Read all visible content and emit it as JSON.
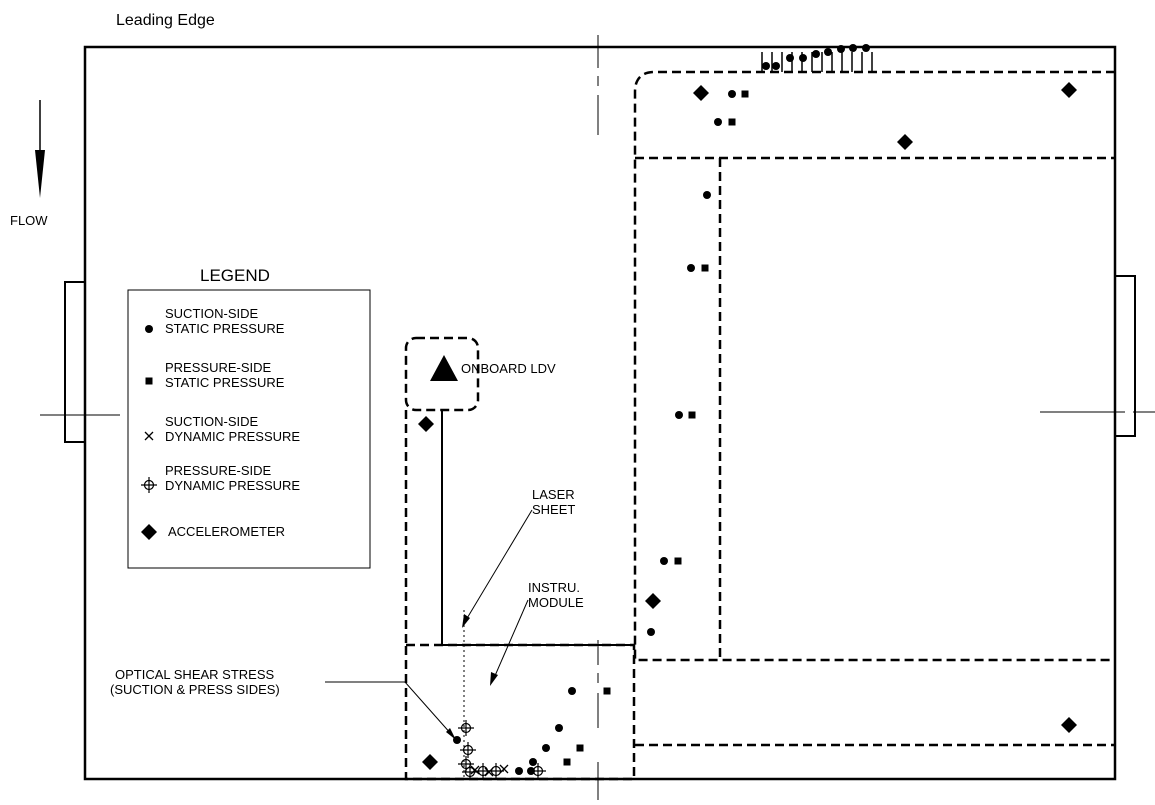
{
  "diagram": {
    "leading_edge": "Leading Edge",
    "flow": "FLOW",
    "legend": {
      "title": "LEGEND",
      "items": [
        {
          "marker": "suction-static-dot",
          "line1": "SUCTION-SIDE",
          "line2": "STATIC PRESSURE"
        },
        {
          "marker": "pressure-static-square",
          "line1": "PRESSURE-SIDE",
          "line2": "STATIC PRESSURE"
        },
        {
          "marker": "suction-dynamic-x",
          "line1": "SUCTION-SIDE",
          "line2": "DYNAMIC PRESSURE"
        },
        {
          "marker": "pressure-dynamic-crosshair",
          "line1": "PRESSURE-SIDE",
          "line2": "DYNAMIC PRESSURE"
        },
        {
          "marker": "accelerometer-diamond",
          "line1": "ACCELEROMETER",
          "line2": ""
        }
      ]
    },
    "labels": {
      "onboard_ldv": "ONBOARD LDV",
      "laser_sheet_1": "LASER",
      "laser_sheet_2": "SHEET",
      "instru_module_1": "INSTRU.",
      "instru_module_2": "MODULE",
      "optical_1": "OPTICAL SHEAR STRESS",
      "optical_2": "(SUCTION & PRESS SIDES)"
    },
    "colors": {
      "ink": "#000000",
      "background": "#ffffff"
    }
  }
}
